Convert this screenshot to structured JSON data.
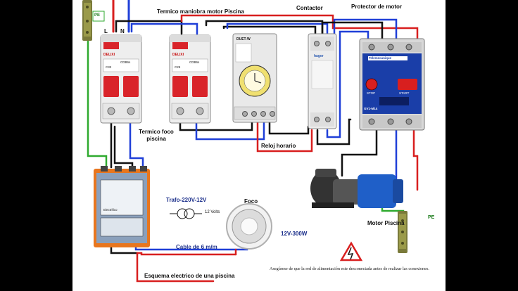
{
  "labels": {
    "termico_motor": "Termico maniobra motor Piscina",
    "contactor": "Contactor",
    "protector": "Protector de motor",
    "termico_foco": "Termico foco\npiscina",
    "reloj": "Reloj horario",
    "trafo": "Trafo-220V-12V",
    "volts": "12 Volts",
    "foco": "Foco",
    "v300": "12V-300W",
    "cable": "Cable de 6 m/m",
    "motor": "Motor Piscina",
    "pe_left": "PE",
    "pe_right": "PE",
    "l": "L",
    "n": "N",
    "esquema": "Esquema electrico de una piscina",
    "warning": "Asegúrese de que la red de alimentación este desconectada antes de realizar las conexiones."
  },
  "devices": {
    "breaker_brand": "DELIXI",
    "breaker_model": "CDB6s",
    "breaker1_rating": "C32",
    "breaker2_rating": "C25",
    "timer_model": "DUET-W",
    "contactor_brand": "hager",
    "protector_brand": "Telemecanique",
    "protector_model": "GV1-M14",
    "protector_start": "START",
    "protector_stop": "STOP",
    "trafo_brand": "Electrifico"
  },
  "colors": {
    "wire_black": "#111111",
    "wire_blue": "#1f3fd8",
    "wire_red": "#d81f1f",
    "wire_green": "#2faa2f",
    "breaker_red": "#d9242a",
    "transformer_orange": "#e8761e",
    "protector_blue": "#1a3ea8",
    "pump_blue": "#1f5fc8"
  },
  "icons": [
    "warning-triangle-icon",
    "transformer-symbol-icon",
    "ground-icon"
  ]
}
